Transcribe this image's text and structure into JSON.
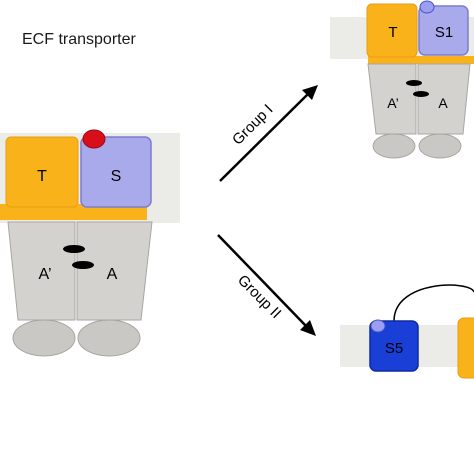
{
  "title": "ECF transporter",
  "main_complex": {
    "t_label": "T",
    "s_label": "S",
    "a_prime_label": "A’",
    "a_label": "A"
  },
  "group1": {
    "arrow_label": "Group I",
    "t_label": "T",
    "s_label": "S1",
    "a_prime_label": "A’",
    "a_label": "A"
  },
  "group2": {
    "arrow_label": "Group II",
    "s_label": "S5"
  },
  "colors": {
    "membrane": "#ebebe8",
    "t_subunit": "#f9b21a",
    "t_subunit_border": "#e89d12",
    "s_subunit": "#a9aaec",
    "s_subunit_border": "#7c7dcc",
    "s5_subunit": "#1a3fd6",
    "a_subunit": "#d3d2ce",
    "a_subunit_border": "#a7a6a2",
    "base_oval": "#c9c8c4",
    "substrate_main": "#d80f1a",
    "substrate_small": "#9a9ff0",
    "arrow": "#000000"
  }
}
